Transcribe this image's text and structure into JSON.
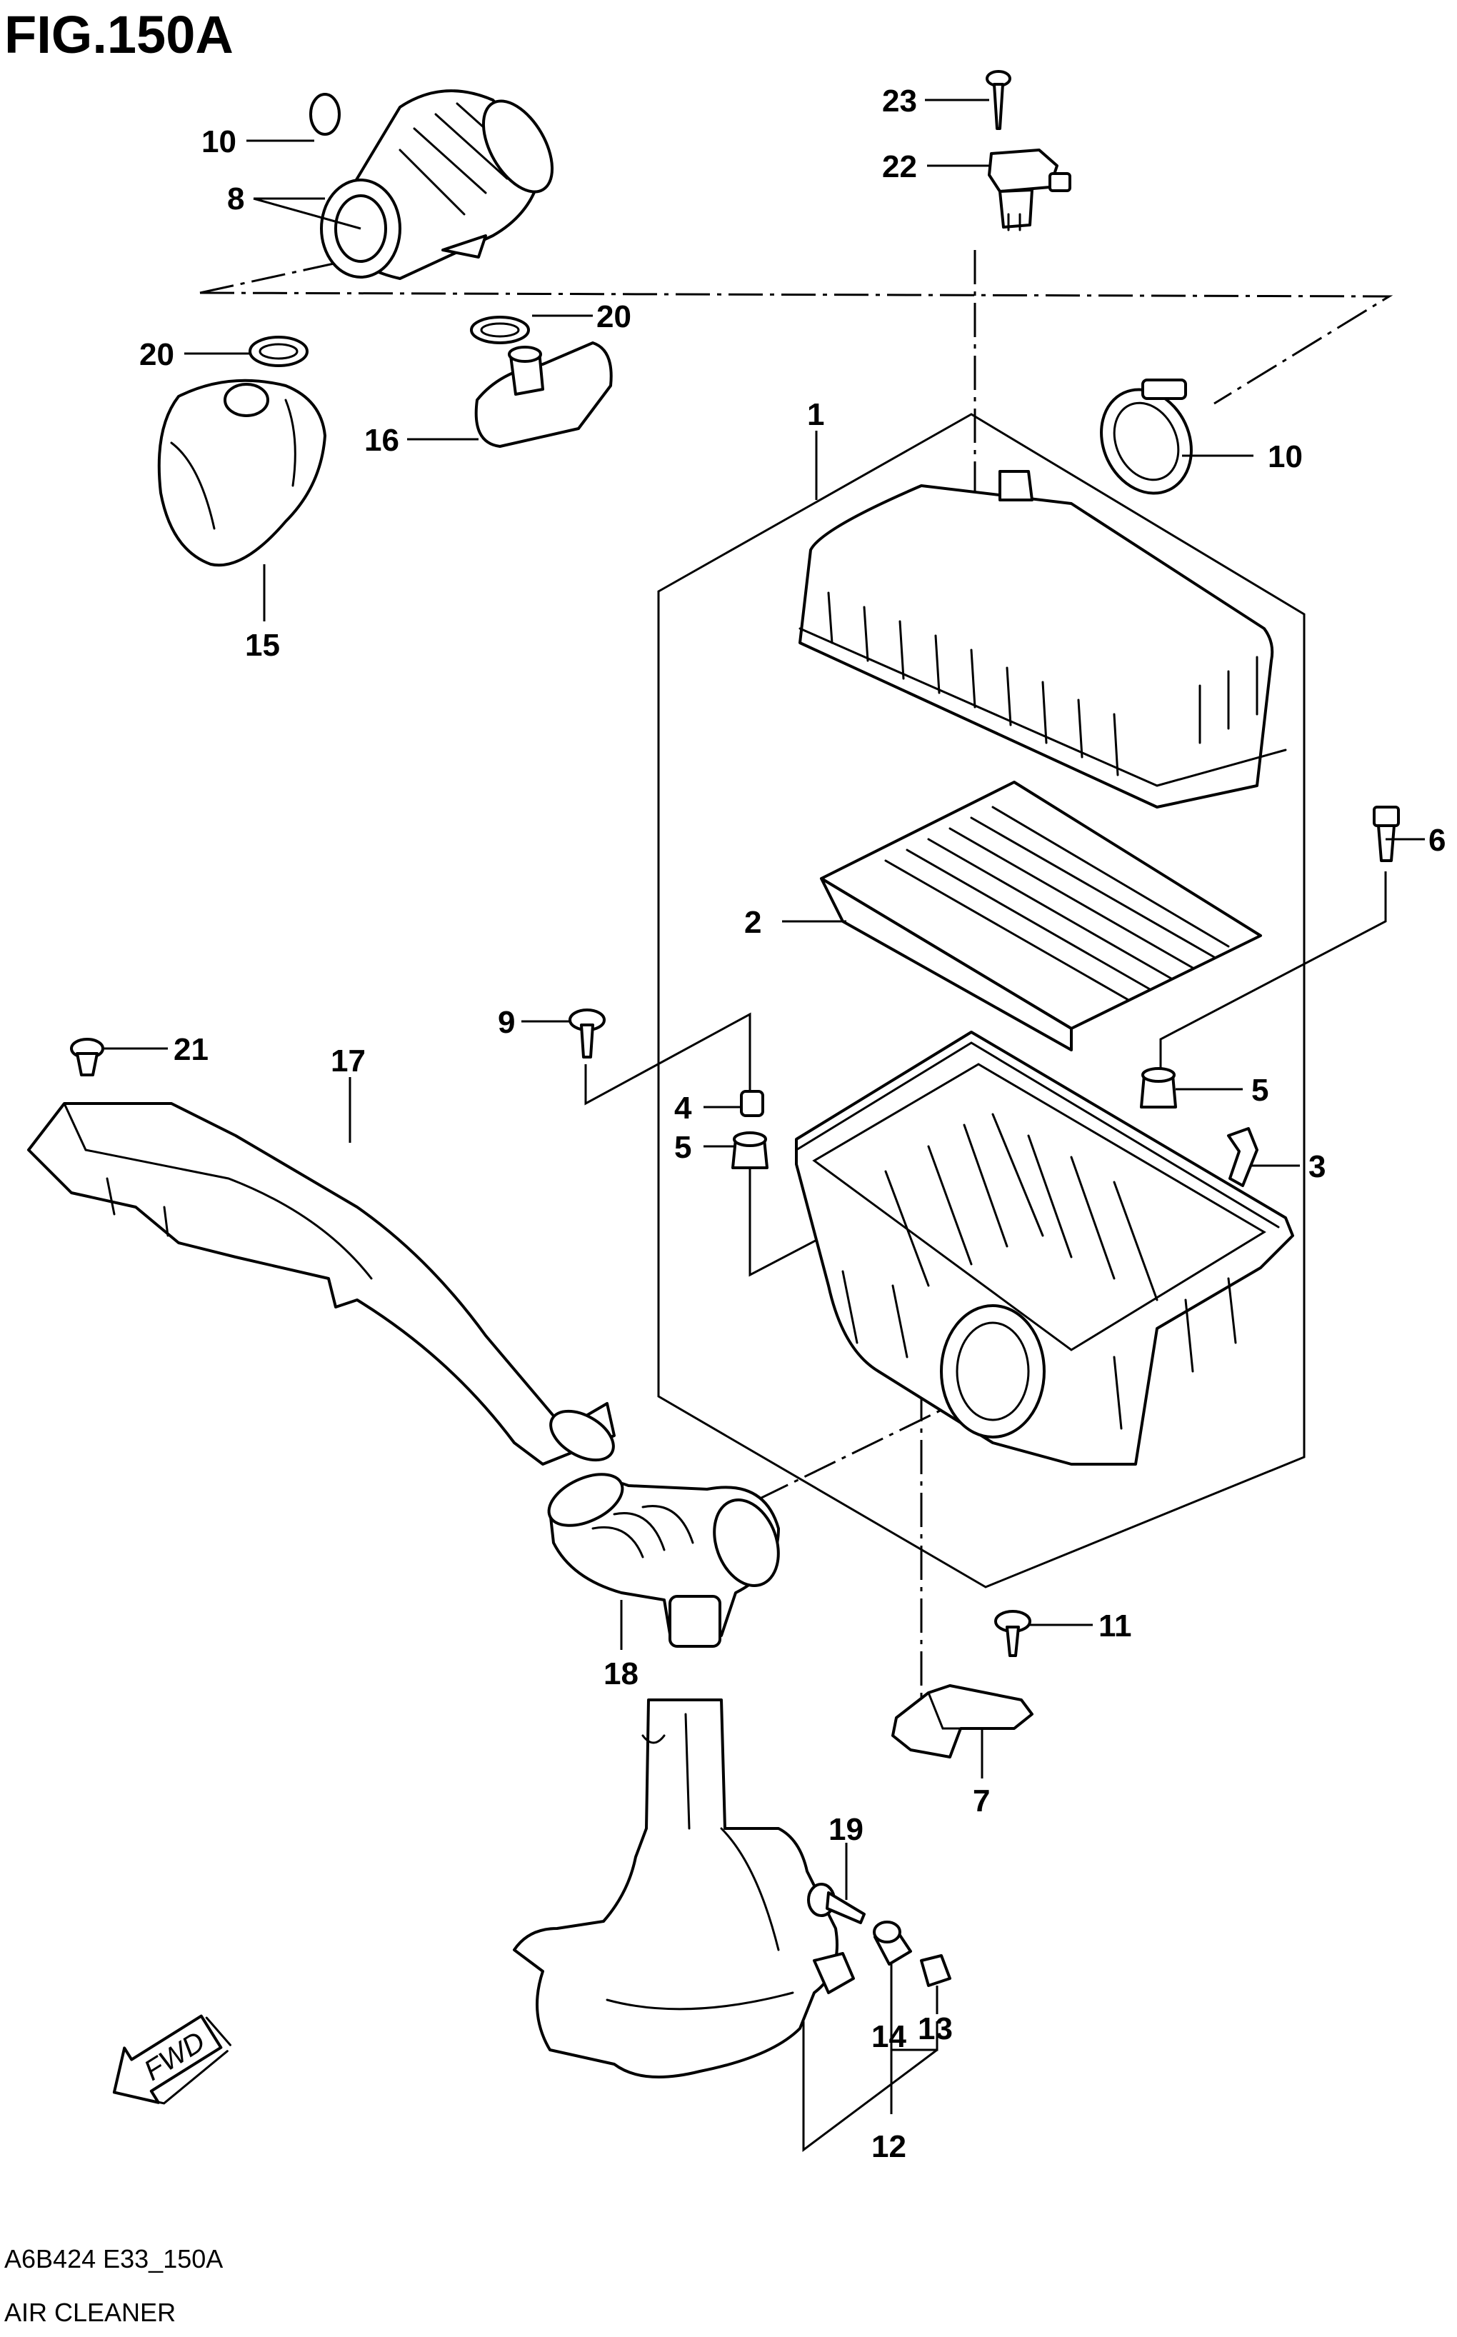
{
  "figure": {
    "title": "FIG.150A",
    "code": "A6B424 E33_150A",
    "name": "AIR CLEANER",
    "direction_label": "FWD"
  },
  "callouts": [
    {
      "key": "c10a",
      "label": "10"
    },
    {
      "key": "c8",
      "label": "8"
    },
    {
      "key": "c23",
      "label": "23"
    },
    {
      "key": "c22",
      "label": "22"
    },
    {
      "key": "c20a",
      "label": "20"
    },
    {
      "key": "c20b",
      "label": "20"
    },
    {
      "key": "c16",
      "label": "16"
    },
    {
      "key": "c15",
      "label": "15"
    },
    {
      "key": "c1",
      "label": "1"
    },
    {
      "key": "c10b",
      "label": "10"
    },
    {
      "key": "c6",
      "label": "6"
    },
    {
      "key": "c2",
      "label": "2"
    },
    {
      "key": "c9",
      "label": "9"
    },
    {
      "key": "c21",
      "label": "21"
    },
    {
      "key": "c17",
      "label": "17"
    },
    {
      "key": "c4",
      "label": "4"
    },
    {
      "key": "c5a",
      "label": "5"
    },
    {
      "key": "c5b",
      "label": "5"
    },
    {
      "key": "c3",
      "label": "3"
    },
    {
      "key": "c11",
      "label": "11"
    },
    {
      "key": "c7",
      "label": "7"
    },
    {
      "key": "c18",
      "label": "18"
    },
    {
      "key": "c19",
      "label": "19"
    },
    {
      "key": "c14",
      "label": "14"
    },
    {
      "key": "c13",
      "label": "13"
    },
    {
      "key": "c12",
      "label": "12"
    }
  ]
}
